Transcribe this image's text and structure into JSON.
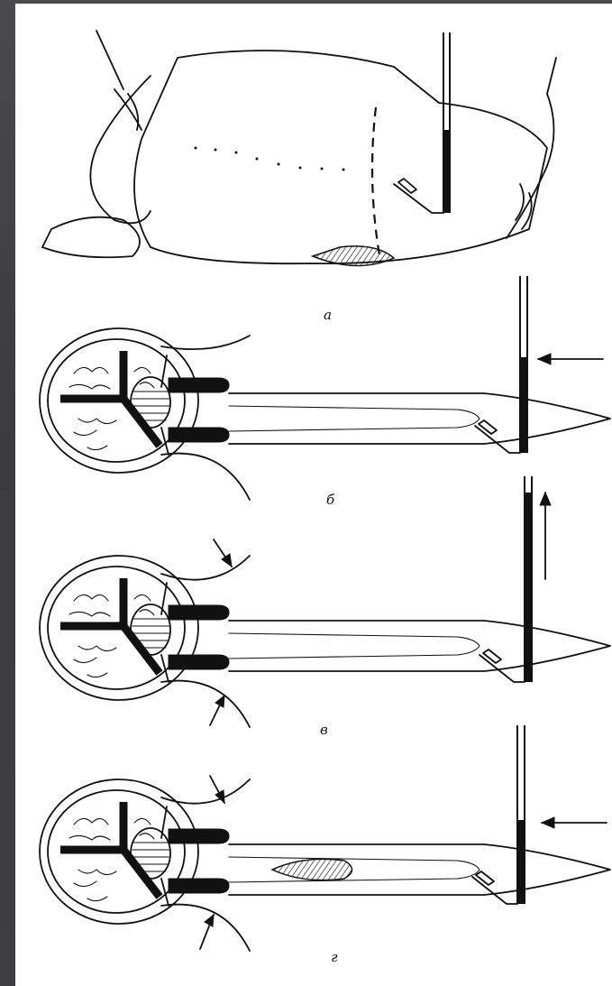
{
  "figure": {
    "panels": [
      {
        "id": "a",
        "label": "а"
      },
      {
        "id": "b",
        "label": "б"
      },
      {
        "id": "v",
        "label": "в"
      },
      {
        "id": "g",
        "label": "г"
      }
    ]
  },
  "colors": {
    "background": "#3f3f43",
    "paper": "#ffffff",
    "ink": "#111111"
  }
}
